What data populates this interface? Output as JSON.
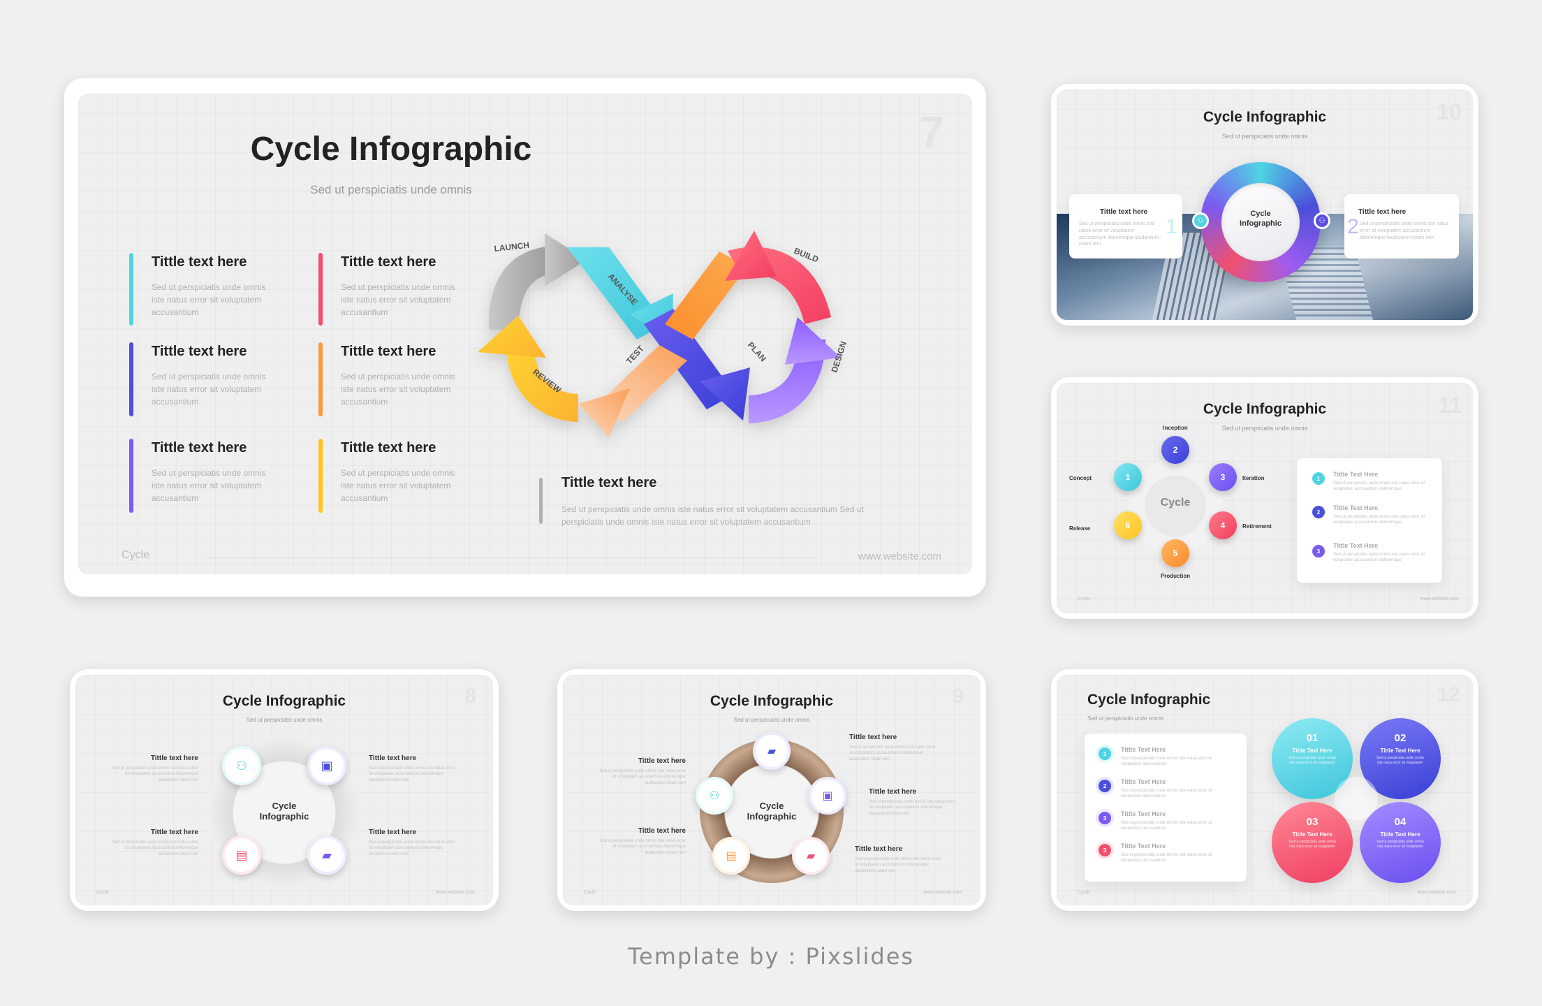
{
  "credit": "Template by : Pixslides",
  "colors": {
    "cyan": "#4fd4e3",
    "indigo": "#4b4fd9",
    "purple": "#7a5af0",
    "red": "#f0506e",
    "orange": "#fb9a3c",
    "yellow": "#fcc425",
    "gray": "#b0b0b0"
  },
  "s7": {
    "title": "Cycle Infographic",
    "subtitle": "Sed ut perspiciatis unde omnis",
    "number": "7",
    "footer_left": "Cycle",
    "footer_right": "www.website.com",
    "items": [
      {
        "title": "Tittle text here",
        "body": "Sed ut perspiciatis unde omnis iste natus error sit voluptatem accusantium",
        "color": "cyan"
      },
      {
        "title": "Tittle text here",
        "body": "Sed ut perspiciatis unde omnis iste natus error sit voluptatem accusantium",
        "color": "red"
      },
      {
        "title": "Tittle text here",
        "body": "Sed ut perspiciatis unde omnis iste natus error sit voluptatem accusantium",
        "color": "indigo"
      },
      {
        "title": "Tittle text here",
        "body": "Sed ut perspiciatis unde omnis iste natus error sit voluptatem accusantium",
        "color": "orange"
      },
      {
        "title": "Tittle text here",
        "body": "Sed ut perspiciatis unde omnis iste natus error sit voluptatem accusantium",
        "color": "purple"
      },
      {
        "title": "Tittle text here",
        "body": "Sed ut perspiciatis unde omnis iste natus error sit voluptatem accusantium",
        "color": "yellow"
      }
    ],
    "bottom": {
      "title": "Tittle text here",
      "body": "Sed ut perspiciatis unde omnis iste natus error sit voluptatem accusantium Sed ut perspiciatis unde omnis iste natus error sit voluptatem accusantium"
    },
    "loop_labels": [
      "LAUNCH",
      "ANALYSE",
      "BUILD",
      "PLAN",
      "DESIGN",
      "TEST",
      "REVIEW"
    ]
  },
  "s10": {
    "title": "Cycle Infographic",
    "subtitle": "Sed ut perspiciatis unde omnis",
    "number": "10",
    "center": [
      "Cycle",
      "Infographic"
    ],
    "box1": {
      "title": "Tittle text here",
      "body": "Sed ut perspiciatis unde omnis iste natus error sit voluptatem accusantium doloremque laudantium totam rem",
      "num": "1"
    },
    "box2": {
      "title": "Tittle text here",
      "body": "Sed ut perspiciatis unde omnis iste natus error sit voluptatem accusantium doloremque laudantium totam rem",
      "num": "2"
    }
  },
  "s11": {
    "title": "Cycle Infographic",
    "subtitle": "Sed ut perspiciatis unde omnis",
    "number": "11",
    "center": "Cycle",
    "footer_left": "Cycle",
    "footer_right": "www.website.com",
    "nodes": [
      {
        "n": "2",
        "label": "Inception"
      },
      {
        "n": "3",
        "label": "Iteration"
      },
      {
        "n": "4",
        "label": "Retirement"
      },
      {
        "n": "5",
        "label": "Production"
      },
      {
        "n": "6",
        "label": "Release"
      },
      {
        "n": "1",
        "label": "Concept"
      }
    ],
    "list": [
      {
        "n": "1",
        "title": "Tittle Text Here",
        "body": "Sed ut perspiciatis unde omnis iste natus error sit voluptatem accusantium doloremque"
      },
      {
        "n": "2",
        "title": "Tittle Text Here",
        "body": "Sed ut perspiciatis unde omnis iste natus error sit voluptatem accusantium doloremque"
      },
      {
        "n": "3",
        "title": "Tittle Text Here",
        "body": "Sed ut perspiciatis unde omnis iste natus error sit voluptatem accusantium doloremque"
      }
    ]
  },
  "s8": {
    "title": "Cycle Infographic",
    "subtitle": "Sed ut perspiciatis unde omnis",
    "number": "8",
    "center": [
      "Cycle",
      "Infographic"
    ],
    "footer_left": "Cycle",
    "footer_right": "www.website.com",
    "items": [
      {
        "title": "Tittle text here",
        "body": "Sed ut perspiciatis unde omnis iste natus error sit voluptatem accusantium doloremque laudantium totam rem"
      },
      {
        "title": "Tittle text here",
        "body": "Sed ut perspiciatis unde omnis iste natus error sit voluptatem accusantium doloremque laudantium totam rem"
      },
      {
        "title": "Tittle text here",
        "body": "Sed ut perspiciatis unde omnis iste natus error sit voluptatem accusantium doloremque laudantium totam rem"
      },
      {
        "title": "Tittle text here",
        "body": "Sed ut perspiciatis unde omnis iste natus error sit voluptatem accusantium doloremque laudantium totam rem"
      }
    ]
  },
  "s9": {
    "title": "Cycle Infographic",
    "subtitle": "Sed ut perspiciatis unde omnis",
    "number": "9",
    "center": [
      "Cycle",
      "Infographic"
    ],
    "footer_left": "Cycle",
    "footer_right": "www.website.com",
    "items": [
      {
        "title": "Tittle text here",
        "body": "Sed ut perspiciatis unde omnis iste natus error sit voluptatem accusantium doloremque laudantium totam rem"
      },
      {
        "title": "Tittle text here",
        "body": "Sed ut perspiciatis unde omnis iste natus error sit voluptatem accusantium doloremque laudantium totam rem"
      },
      {
        "title": "Tittle text here",
        "body": "Sed ut perspiciatis unde omnis iste natus error sit voluptatem accusantium doloremque laudantium totam rem"
      },
      {
        "title": "Tittle text here",
        "body": "Sed ut perspiciatis unde omnis iste natus error sit voluptatem accusantium doloremque laudantium totam rem"
      },
      {
        "title": "Tittle text here",
        "body": "Sed ut perspiciatis unde omnis iste natus error sit voluptatem accusantium doloremque laudantium totam rem"
      }
    ]
  },
  "s12": {
    "title": "Cycle Infographic",
    "subtitle": "Sed ut perspiciatis unde omnis",
    "number": "12",
    "footer_left": "Cycle",
    "footer_right": "www.website.com",
    "list": [
      {
        "n": "1",
        "title": "Tittle Text Here",
        "body": "Sed ut perspiciatis unde omnis iste natus error sit voluptatem accusantium"
      },
      {
        "n": "2",
        "title": "Tittle Text Here",
        "body": "Sed ut perspiciatis unde omnis iste natus error sit voluptatem accusantium"
      },
      {
        "n": "3",
        "title": "Tittle Text Here",
        "body": "Sed ut perspiciatis unde omnis iste natus error sit voluptatem accusantium"
      },
      {
        "n": "3",
        "title": "Tittle Text Here",
        "body": "Sed ut perspiciatis unde omnis iste natus error sit voluptatem accusantium"
      }
    ],
    "petals": [
      {
        "n": "01",
        "title": "Tittle Text Here",
        "body": "Sed ut perspiciatis unde omnis iste natus error sit voluptatem"
      },
      {
        "n": "02",
        "title": "Tittle Text Here",
        "body": "Sed ut perspiciatis unde omnis iste natus error sit voluptatem"
      },
      {
        "n": "03",
        "title": "Tittle Text Here",
        "body": "Sed ut perspiciatis unde omnis iste natus error sit voluptatem"
      },
      {
        "n": "04",
        "title": "Tittle Text Here",
        "body": "Sed ut perspiciatis unde omnis iste natus error sit voluptatem"
      }
    ]
  }
}
